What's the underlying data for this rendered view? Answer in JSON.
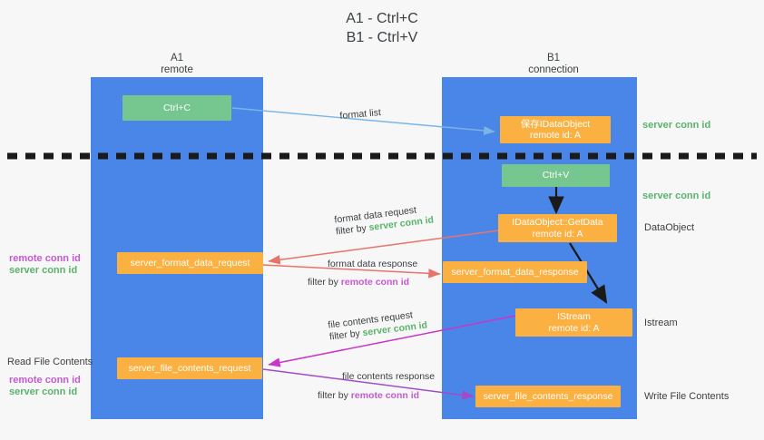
{
  "title": {
    "line1": "A1 - Ctrl+C",
    "line2": "B1 - Ctrl+V"
  },
  "lanes": [
    {
      "id": "a1",
      "name": "A1",
      "sub": "remote"
    },
    {
      "id": "b1",
      "name": "B1",
      "sub": "connection"
    }
  ],
  "nodes": {
    "ctrl_c": {
      "l1": "Ctrl+C",
      "l2": ""
    },
    "save_dataobject": {
      "l1": "保存IDataObject",
      "l2": "remote id: A"
    },
    "ctrl_v": {
      "l1": "Ctrl+V",
      "l2": ""
    },
    "getdata": {
      "l1": "IDataObject::GetData",
      "l2": "remote id: A"
    },
    "fmt_req": {
      "l1": "server_format_data_request",
      "l2": ""
    },
    "fmt_resp": {
      "l1": "server_format_data_response",
      "l2": ""
    },
    "istream": {
      "l1": "IStream",
      "l2": "remote id: A"
    },
    "file_req": {
      "l1": "server_file_contents_request",
      "l2": ""
    },
    "file_resp": {
      "l1": "server_file_contents_response",
      "l2": ""
    }
  },
  "edge_labels": {
    "format_list": "format list",
    "fmt_req_l1": "format data request",
    "fmt_req_l2_pre": "filter by ",
    "fmt_req_l2_key": "server conn id",
    "fmt_resp_l1": "format data response",
    "fmt_resp_l2_pre": "filter by ",
    "fmt_resp_l2_key": "remote conn id",
    "file_req_l1": "file contents request",
    "file_req_l2_pre": "filter by ",
    "file_req_l2_key": "server conn id",
    "file_resp_l1": "file contents response",
    "file_resp_l2_pre": "filter by ",
    "file_resp_l2_key": "remote conn id"
  },
  "side_labels": {
    "right_server_conn_top": "server conn id",
    "right_server_conn_mid": "server conn id",
    "right_dataobject": "DataObject",
    "right_istream": "Istream",
    "right_write_file": "Write File Contents",
    "left_remote_conn_1": "remote conn id",
    "left_server_conn_1": "server conn id",
    "left_read_file": "Read File Contents",
    "left_remote_conn_2": "remote conn id",
    "left_server_conn_2": "server conn id"
  },
  "colors": {
    "lane": "#4a86e8",
    "green_box": "#76c68f",
    "orange_box": "#fbb042",
    "server_conn": "#59b36b",
    "remote_conn": "#c45ad0",
    "arrow_blue": "#7bb5e8",
    "arrow_red": "#e8736a",
    "arrow_magenta": "#c936c9",
    "arrow_purple": "#a24bc9",
    "arrow_black": "#1a1a1a",
    "divider": "#1a1a1a",
    "background": "#f7f7f7"
  }
}
